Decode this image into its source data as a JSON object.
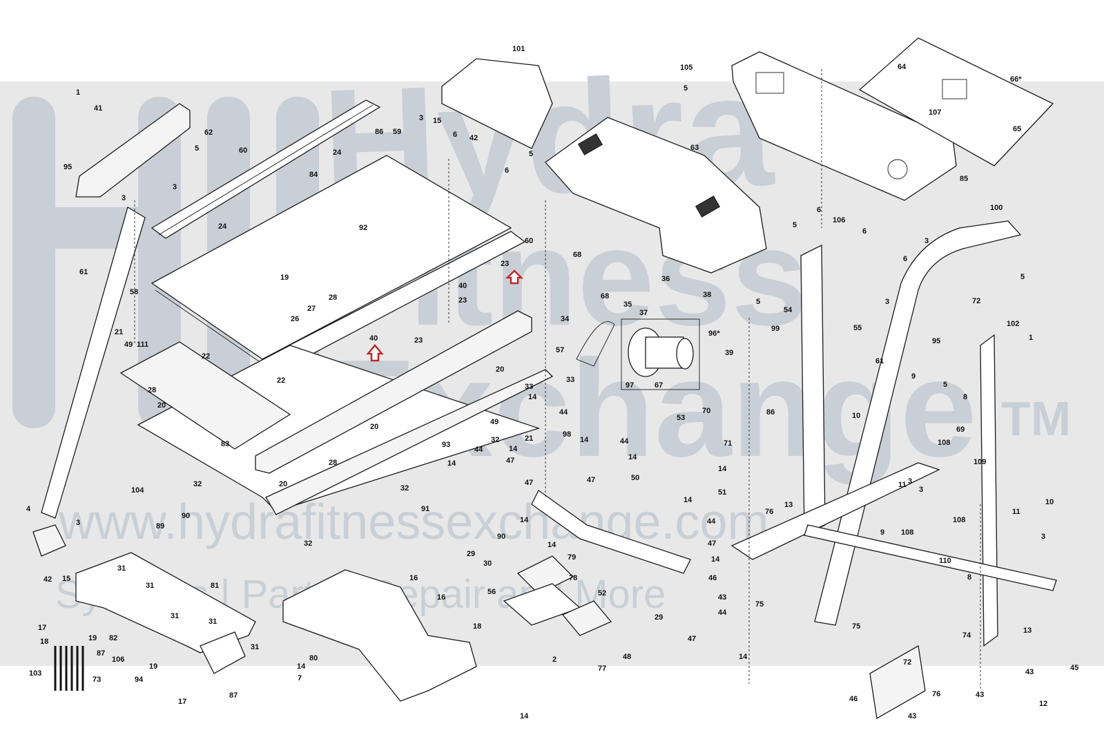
{
  "watermark": {
    "big_top": "Hydra",
    "big_mid": "Fitness",
    "big_bottom": "Exchange",
    "tm": "TM",
    "url_line": "www.hydrafitnessexchange.com",
    "tagline": "Systems | Parts | Repair and More",
    "band_color": "#e8e8e8",
    "letter_color": "#c9cfd6"
  },
  "markers": {
    "color": "#c0282b",
    "items": [
      "arrow-marker-upper",
      "arrow-marker-lower"
    ]
  },
  "labels": [
    {
      "id": "p1a",
      "text": "1"
    },
    {
      "id": "p41",
      "text": "41"
    },
    {
      "id": "p62",
      "text": "62"
    },
    {
      "id": "p5a",
      "text": "5"
    },
    {
      "id": "p95a",
      "text": "95"
    },
    {
      "id": "p3a",
      "text": "3"
    },
    {
      "id": "p3b",
      "text": "3"
    },
    {
      "id": "p60a",
      "text": "60"
    },
    {
      "id": "p24a",
      "text": "24"
    },
    {
      "id": "p86a",
      "text": "86"
    },
    {
      "id": "p59",
      "text": "59"
    },
    {
      "id": "p84",
      "text": "84"
    },
    {
      "id": "p24b",
      "text": "24"
    },
    {
      "id": "p92",
      "text": "92"
    },
    {
      "id": "p60b",
      "text": "60"
    },
    {
      "id": "p3c",
      "text": "3"
    },
    {
      "id": "p15a",
      "text": "15"
    },
    {
      "id": "p42a",
      "text": "42"
    },
    {
      "id": "p6a",
      "text": "6"
    },
    {
      "id": "p6b",
      "text": "6"
    },
    {
      "id": "p5b",
      "text": "5"
    },
    {
      "id": "p101",
      "text": "101"
    },
    {
      "id": "p105",
      "text": "105"
    },
    {
      "id": "p5c",
      "text": "5"
    },
    {
      "id": "p63",
      "text": "63"
    },
    {
      "id": "p64",
      "text": "64"
    },
    {
      "id": "p107",
      "text": "107"
    },
    {
      "id": "p66",
      "text": "66*"
    },
    {
      "id": "p65",
      "text": "65"
    },
    {
      "id": "p85",
      "text": "85"
    },
    {
      "id": "p6c",
      "text": "6"
    },
    {
      "id": "p106a",
      "text": "106"
    },
    {
      "id": "p6d",
      "text": "6"
    },
    {
      "id": "p6e",
      "text": "6"
    },
    {
      "id": "p5d",
      "text": "5"
    },
    {
      "id": "p100",
      "text": "100"
    },
    {
      "id": "p3d",
      "text": "3"
    },
    {
      "id": "p5e",
      "text": "5"
    },
    {
      "id": "p61a",
      "text": "61"
    },
    {
      "id": "p58",
      "text": "58"
    },
    {
      "id": "p19a",
      "text": "19"
    },
    {
      "id": "p28a",
      "text": "28"
    },
    {
      "id": "p27",
      "text": "27"
    },
    {
      "id": "p26",
      "text": "26"
    },
    {
      "id": "p23a",
      "text": "23"
    },
    {
      "id": "p40a",
      "text": "40"
    },
    {
      "id": "p23b",
      "text": "23"
    },
    {
      "id": "p68a",
      "text": "68"
    },
    {
      "id": "p68b",
      "text": "68"
    },
    {
      "id": "p35",
      "text": "35"
    },
    {
      "id": "p37",
      "text": "37"
    },
    {
      "id": "p36",
      "text": "36"
    },
    {
      "id": "p38",
      "text": "38"
    },
    {
      "id": "p5f",
      "text": "5"
    },
    {
      "id": "p54",
      "text": "54"
    },
    {
      "id": "p55",
      "text": "55"
    },
    {
      "id": "p99",
      "text": "99"
    },
    {
      "id": "p3e",
      "text": "3"
    },
    {
      "id": "p72a",
      "text": "72"
    },
    {
      "id": "p95b",
      "text": "95"
    },
    {
      "id": "p102",
      "text": "102"
    },
    {
      "id": "p1b",
      "text": "1"
    },
    {
      "id": "p21a",
      "text": "21"
    },
    {
      "id": "p49a",
      "text": "49"
    },
    {
      "id": "p111",
      "text": "111"
    },
    {
      "id": "p22a",
      "text": "22"
    },
    {
      "id": "p40b",
      "text": "40"
    },
    {
      "id": "p23c",
      "text": "23"
    },
    {
      "id": "p34",
      "text": "34"
    },
    {
      "id": "p96",
      "text": "96*"
    },
    {
      "id": "p39",
      "text": "39"
    },
    {
      "id": "p97",
      "text": "97"
    },
    {
      "id": "p67",
      "text": "67"
    },
    {
      "id": "p57",
      "text": "57"
    },
    {
      "id": "p20a",
      "text": "20"
    },
    {
      "id": "p33a",
      "text": "33"
    },
    {
      "id": "p33b",
      "text": "33"
    },
    {
      "id": "p61b",
      "text": "61"
    },
    {
      "id": "p5g",
      "text": "5"
    },
    {
      "id": "p9a",
      "text": "9"
    },
    {
      "id": "p8a",
      "text": "8"
    },
    {
      "id": "p28b",
      "text": "28"
    },
    {
      "id": "p20b",
      "text": "20"
    },
    {
      "id": "p22b",
      "text": "22"
    },
    {
      "id": "p14a",
      "text": "14"
    },
    {
      "id": "p44a",
      "text": "44"
    },
    {
      "id": "p20c",
      "text": "20"
    },
    {
      "id": "p49b",
      "text": "49"
    },
    {
      "id": "p21b",
      "text": "21"
    },
    {
      "id": "p32a",
      "text": "32"
    },
    {
      "id": "p98",
      "text": "98"
    },
    {
      "id": "p44b",
      "text": "44"
    },
    {
      "id": "p14b",
      "text": "14"
    },
    {
      "id": "p47a",
      "text": "47"
    },
    {
      "id": "p53",
      "text": "53"
    },
    {
      "id": "p70",
      "text": "70"
    },
    {
      "id": "p71",
      "text": "71"
    },
    {
      "id": "p86b",
      "text": "86"
    },
    {
      "id": "p10a",
      "text": "10"
    },
    {
      "id": "p69",
      "text": "69"
    },
    {
      "id": "p83",
      "text": "83"
    },
    {
      "id": "p93",
      "text": "93"
    },
    {
      "id": "p14c",
      "text": "14"
    },
    {
      "id": "p44c",
      "text": "44"
    },
    {
      "id": "p14d",
      "text": "14"
    },
    {
      "id": "p47b",
      "text": "47"
    },
    {
      "id": "p50",
      "text": "50"
    },
    {
      "id": "p14e",
      "text": "14"
    },
    {
      "id": "p51",
      "text": "51"
    },
    {
      "id": "p108a",
      "text": "108"
    },
    {
      "id": "p109",
      "text": "109"
    },
    {
      "id": "p11a",
      "text": "11"
    },
    {
      "id": "p3f",
      "text": "3"
    },
    {
      "id": "p3g",
      "text": "3"
    },
    {
      "id": "p28c",
      "text": "28"
    },
    {
      "id": "p20d",
      "text": "20"
    },
    {
      "id": "p32b",
      "text": "32"
    },
    {
      "id": "p104",
      "text": "104"
    },
    {
      "id": "p32c",
      "text": "32"
    },
    {
      "id": "p14f",
      "text": "14"
    },
    {
      "id": "p47c",
      "text": "47"
    },
    {
      "id": "p91",
      "text": "91"
    },
    {
      "id": "p14g",
      "text": "14"
    },
    {
      "id": "p90a",
      "text": "90"
    },
    {
      "id": "p14h",
      "text": "14"
    },
    {
      "id": "p44d",
      "text": "44"
    },
    {
      "id": "p47d",
      "text": "47"
    },
    {
      "id": "p76a",
      "text": "76"
    },
    {
      "id": "p13a",
      "text": "13"
    },
    {
      "id": "p108b",
      "text": "108"
    },
    {
      "id": "p11b",
      "text": "11"
    },
    {
      "id": "p10b",
      "text": "10"
    },
    {
      "id": "p4",
      "text": "4"
    },
    {
      "id": "p3h",
      "text": "3"
    },
    {
      "id": "p89",
      "text": "89"
    },
    {
      "id": "p90b",
      "text": "90"
    },
    {
      "id": "p42b",
      "text": "42"
    },
    {
      "id": "p15b",
      "text": "15"
    },
    {
      "id": "p29a",
      "text": "29"
    },
    {
      "id": "p30",
      "text": "30"
    },
    {
      "id": "p14i",
      "text": "14"
    },
    {
      "id": "p79",
      "text": "79"
    },
    {
      "id": "p32d",
      "text": "32"
    },
    {
      "id": "p9b",
      "text": "9"
    },
    {
      "id": "p108c",
      "text": "108"
    },
    {
      "id": "p110",
      "text": "110"
    },
    {
      "id": "p8b",
      "text": "8"
    },
    {
      "id": "p3i",
      "text": "3"
    },
    {
      "id": "p31a",
      "text": "31"
    },
    {
      "id": "p81",
      "text": "81"
    },
    {
      "id": "p31b",
      "text": "31"
    },
    {
      "id": "p31c",
      "text": "31"
    },
    {
      "id": "p16a",
      "text": "16"
    },
    {
      "id": "p16b",
      "text": "16"
    },
    {
      "id": "p78",
      "text": "78"
    },
    {
      "id": "p56",
      "text": "56"
    },
    {
      "id": "p14j",
      "text": "14"
    },
    {
      "id": "p46a",
      "text": "46"
    },
    {
      "id": "p43a",
      "text": "43"
    },
    {
      "id": "p75a",
      "text": "75"
    },
    {
      "id": "p17a",
      "text": "17"
    },
    {
      "id": "p18a",
      "text": "18"
    },
    {
      "id": "p19b",
      "text": "19"
    },
    {
      "id": "p82",
      "text": "82"
    },
    {
      "id": "p31d",
      "text": "31"
    },
    {
      "id": "p31e",
      "text": "31"
    },
    {
      "id": "p52",
      "text": "52"
    },
    {
      "id": "p29b",
      "text": "29"
    },
    {
      "id": "p44e",
      "text": "44"
    },
    {
      "id": "p47e",
      "text": "47"
    },
    {
      "id": "p74",
      "text": "74"
    },
    {
      "id": "p75b",
      "text": "75"
    },
    {
      "id": "p87a",
      "text": "87"
    },
    {
      "id": "p106b",
      "text": "106"
    },
    {
      "id": "p80",
      "text": "80"
    },
    {
      "id": "p18b",
      "text": "18"
    },
    {
      "id": "p2",
      "text": "2"
    },
    {
      "id": "p77",
      "text": "77"
    },
    {
      "id": "p48",
      "text": "48"
    },
    {
      "id": "p14k",
      "text": "14"
    },
    {
      "id": "p13b",
      "text": "13"
    },
    {
      "id": "p72b",
      "text": "72"
    },
    {
      "id": "p43b",
      "text": "43"
    },
    {
      "id": "p45",
      "text": "45"
    },
    {
      "id": "p103",
      "text": "103"
    },
    {
      "id": "p73",
      "text": "73"
    },
    {
      "id": "p94",
      "text": "94"
    },
    {
      "id": "p19c",
      "text": "19"
    },
    {
      "id": "p17b",
      "text": "17"
    },
    {
      "id": "p87b",
      "text": "87"
    },
    {
      "id": "p14l",
      "text": "14"
    },
    {
      "id": "p7",
      "text": "7"
    },
    {
      "id": "p14m",
      "text": "14"
    },
    {
      "id": "p76b",
      "text": "76"
    },
    {
      "id": "p43c",
      "text": "43"
    },
    {
      "id": "p46b",
      "text": "46"
    },
    {
      "id": "p43d",
      "text": "43"
    },
    {
      "id": "p12",
      "text": "12"
    }
  ]
}
